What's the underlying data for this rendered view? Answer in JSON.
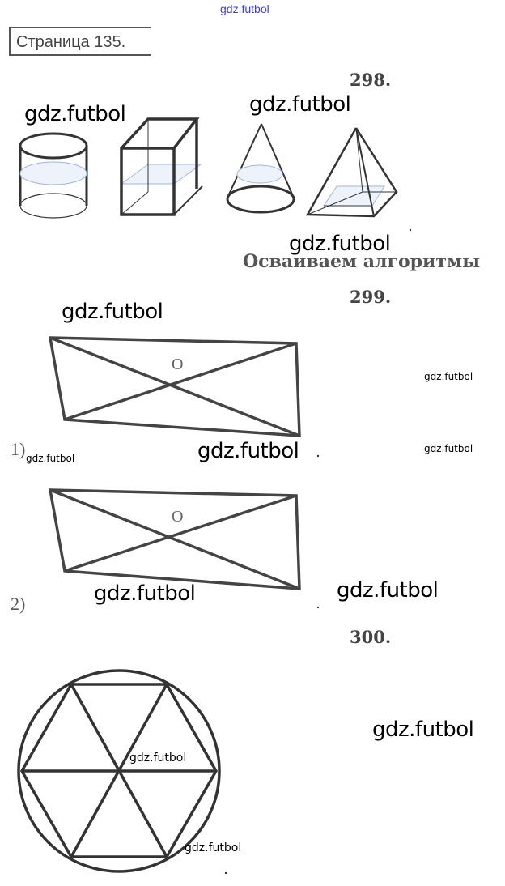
{
  "header": {
    "watermark": "gdz.futbol",
    "page_label": "Страница 135."
  },
  "tasks": {
    "t298": {
      "number": "298."
    },
    "section_heading": "Осваиваем алгоритмы",
    "t299": {
      "number": "299.",
      "part1_label": "1)",
      "part2_label": "2)",
      "point_label": "O"
    },
    "t300": {
      "number": "300."
    }
  },
  "watermarks": [
    "gdz.futbol",
    "gdz.futbol",
    "gdz.futbol",
    "gdz.futbol",
    "gdz.futbol",
    "gdz.futbol",
    "gdz.futbol",
    "gdz.futbol",
    "gdz.futbol",
    "gdz.futbol",
    "gdz.futbol",
    "gdz.futbol",
    "gdz.futbol"
  ],
  "colors": {
    "stroke": "#333333",
    "section": "#9fb6e0",
    "watermark_top": "#3a3aff"
  }
}
